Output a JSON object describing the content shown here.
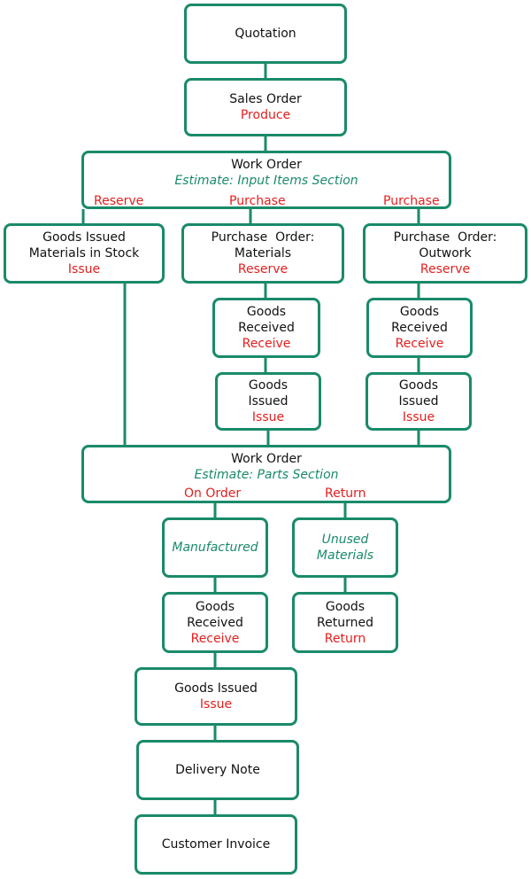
{
  "colors": {
    "border": "#1a8a6a",
    "action": "#e41e1e",
    "estimate": "#1a8a6a",
    "text": "#111111"
  },
  "nodes": {
    "quotation": {
      "line1": "Quotation"
    },
    "sales_order": {
      "line1": "Sales Order",
      "action": "Produce"
    },
    "work_order_top": {
      "line1": "Work Order",
      "estimate": "Estimate: Input Items Section"
    },
    "goods_issued_stock": {
      "line1": "Goods Issued",
      "line2": "Materials in Stock",
      "action": "Issue"
    },
    "po_materials": {
      "line1": "Purchase  Order:",
      "line2": "Materials",
      "action": "Reserve"
    },
    "po_outwork": {
      "line1": "Purchase  Order:",
      "line2": "Outwork",
      "action": "Reserve"
    },
    "goods_received_materials": {
      "line1": "Goods",
      "line2": "Received",
      "action": "Receive"
    },
    "goods_received_outwork": {
      "line1": "Goods",
      "line2": "Received",
      "action": "Receive"
    },
    "goods_issued_materials": {
      "line1": "Goods",
      "line2": "Issued",
      "action": "Issue"
    },
    "goods_issued_outwork": {
      "line1": "Goods",
      "line2": "Issued",
      "action": "Issue"
    },
    "work_order_bottom": {
      "line1": "Work Order",
      "estimate": "Estimate: Parts Section"
    },
    "manufactured": {
      "label": "Manufactured"
    },
    "unused_materials": {
      "label1": "Unused",
      "label2": "Materials"
    },
    "goods_received_manufactured": {
      "line1": "Goods",
      "line2": "Received",
      "action": "Receive"
    },
    "goods_returned": {
      "line1": "Goods",
      "line2": "Returned",
      "action": "Return"
    },
    "goods_issued_final": {
      "line1": "Goods Issued",
      "action": "Issue"
    },
    "delivery_note": {
      "line1": "Delivery Note"
    },
    "customer_invoice": {
      "line1": "Customer Invoice"
    }
  },
  "branches": {
    "reserve": "Reserve",
    "purchase_materials": "Purchase",
    "purchase_outwork": "Purchase",
    "on_order": "On Order",
    "return": "Return"
  }
}
